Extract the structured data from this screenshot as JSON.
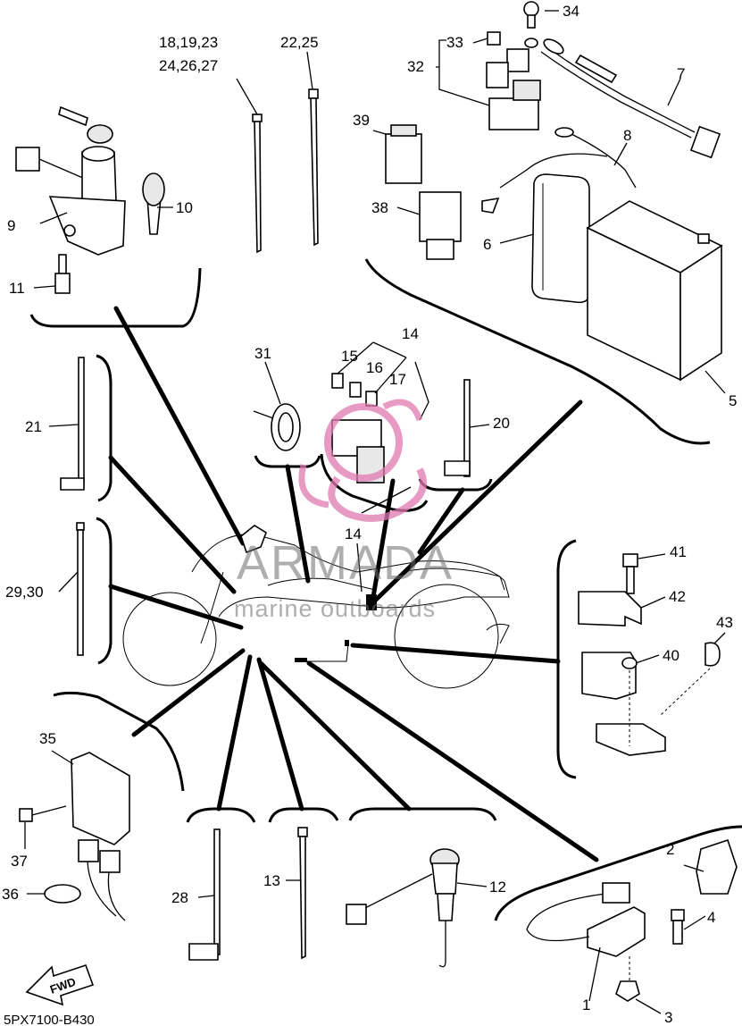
{
  "diagram": {
    "code": "5PX7100-B430",
    "fwd_label": "FWD",
    "watermark": {
      "brand": "ARMADA",
      "tagline": "marine outboards"
    },
    "callouts": [
      {
        "id": "c1",
        "text": "1"
      },
      {
        "id": "c2",
        "text": "2"
      },
      {
        "id": "c3",
        "text": "3"
      },
      {
        "id": "c4",
        "text": "4"
      },
      {
        "id": "c5",
        "text": "5"
      },
      {
        "id": "c6",
        "text": "6"
      },
      {
        "id": "c7",
        "text": "7"
      },
      {
        "id": "c8",
        "text": "8"
      },
      {
        "id": "c9",
        "text": "9"
      },
      {
        "id": "c10",
        "text": "10"
      },
      {
        "id": "c11",
        "text": "11"
      },
      {
        "id": "c12",
        "text": "12"
      },
      {
        "id": "c13",
        "text": "13"
      },
      {
        "id": "c14a",
        "text": "14"
      },
      {
        "id": "c14b",
        "text": "14"
      },
      {
        "id": "c15",
        "text": "15"
      },
      {
        "id": "c16",
        "text": "16"
      },
      {
        "id": "c17",
        "text": "17"
      },
      {
        "id": "c18",
        "text": "18,19,23"
      },
      {
        "id": "c24",
        "text": "24,26,27"
      },
      {
        "id": "c20",
        "text": "20"
      },
      {
        "id": "c21",
        "text": "21"
      },
      {
        "id": "c22",
        "text": "22,25"
      },
      {
        "id": "c28",
        "text": "28"
      },
      {
        "id": "c29",
        "text": "29,30"
      },
      {
        "id": "c31",
        "text": "31"
      },
      {
        "id": "c32",
        "text": "32"
      },
      {
        "id": "c33",
        "text": "33"
      },
      {
        "id": "c34",
        "text": "34"
      },
      {
        "id": "c35",
        "text": "35"
      },
      {
        "id": "c36",
        "text": "36"
      },
      {
        "id": "c37",
        "text": "37"
      },
      {
        "id": "c38",
        "text": "38"
      },
      {
        "id": "c39",
        "text": "39"
      },
      {
        "id": "c40",
        "text": "40"
      },
      {
        "id": "c41",
        "text": "41"
      },
      {
        "id": "c42",
        "text": "42"
      },
      {
        "id": "c43",
        "text": "43"
      }
    ]
  }
}
